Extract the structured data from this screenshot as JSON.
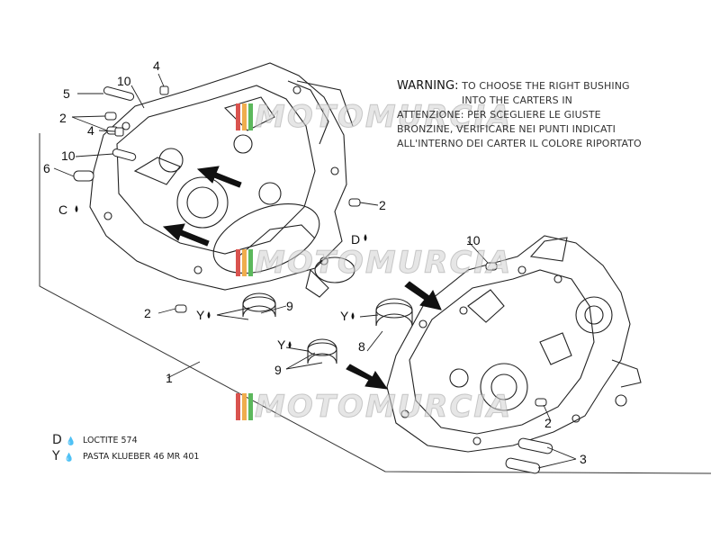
{
  "warning": {
    "title": "WARNING:",
    "lines": [
      "TO CHOOSE THE RIGHT BUSHING",
      "INTO THE CARTERS IN",
      "ATTENZIONE: PER SCEGLIERE LE GIUSTE",
      "BRONZINE, VERIFICARE NEI PUNTI INDICATI",
      "ALL'INTERNO DEI CARTER IL COLORE RIPORTATO"
    ]
  },
  "legend": {
    "d_symbol": "D",
    "d_text": "LOCTITE 574",
    "y_symbol": "Y",
    "y_text": "PASTA KLUEBER 46 MR 401"
  },
  "watermark": {
    "text": "MOTOMURCIA",
    "colors": [
      "#d9534f",
      "#f0ad4e",
      "#5cb85c"
    ]
  },
  "callouts": [
    "1",
    "2",
    "3",
    "4",
    "5",
    "6",
    "8",
    "9",
    "10"
  ],
  "markers": [
    "C",
    "D",
    "Y"
  ],
  "colors": {
    "line": "#222222",
    "arrow": "#111111"
  }
}
